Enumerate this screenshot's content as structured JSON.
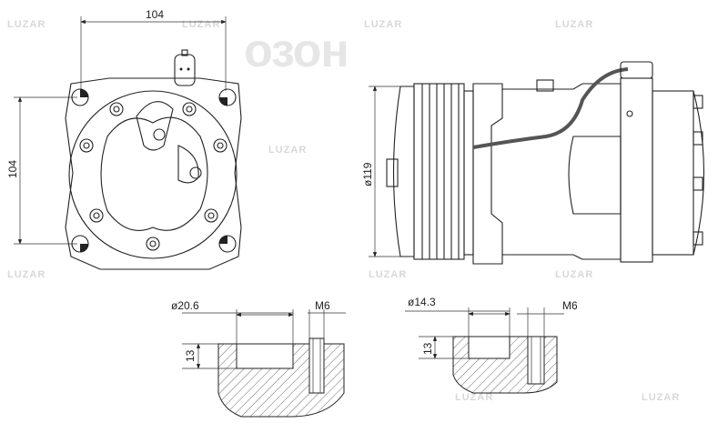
{
  "watermark": {
    "brand": "LUZAR",
    "marketplace": "озон"
  },
  "front_view": {
    "width_dim": "104",
    "height_dim": "104"
  },
  "side_view": {
    "diameter_dim": "ø119"
  },
  "detail_left": {
    "bore_dim": "ø20.6",
    "thread_dim": "M6",
    "depth_dim": "13"
  },
  "detail_right": {
    "bore_dim": "ø14.3",
    "thread_dim": "M6",
    "depth_dim": "13"
  }
}
